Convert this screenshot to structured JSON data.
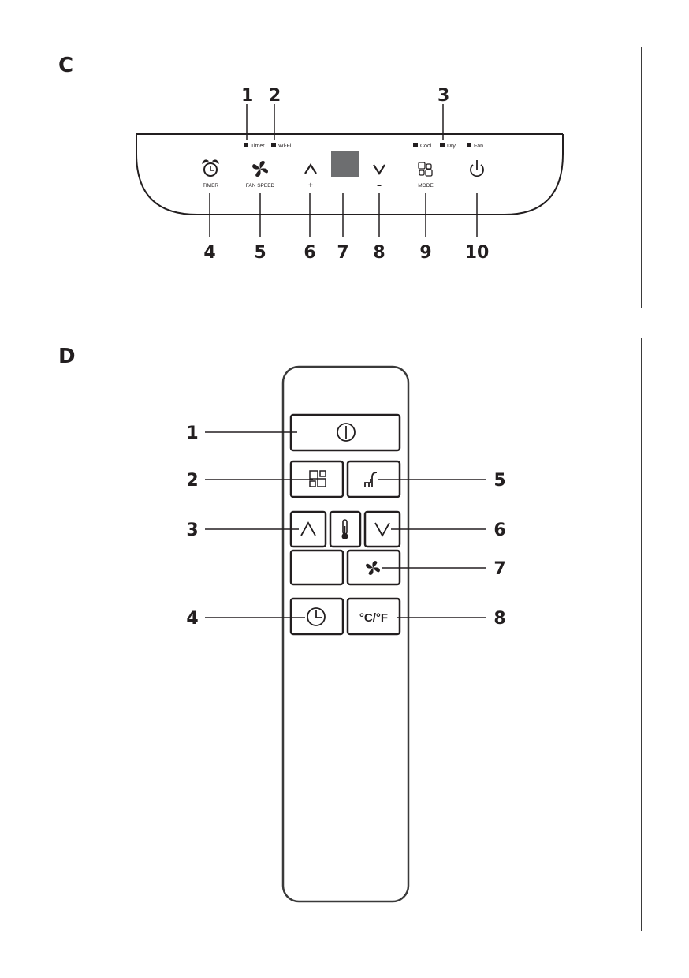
{
  "panels": {
    "c": {
      "label": "C",
      "indicators": [
        {
          "number": "1",
          "text": "Timer"
        },
        {
          "number": "2",
          "text": "Wi-Fi"
        },
        {
          "number": "3",
          "modes": [
            "Cool",
            "Dry",
            "Fan"
          ]
        }
      ],
      "controls": [
        {
          "number": "4",
          "icon": "alarm-clock-icon",
          "text": "TIMER"
        },
        {
          "number": "5",
          "icon": "fan-icon",
          "text": "FAN SPEED"
        },
        {
          "number": "6",
          "icon": "chevron-up-icon",
          "text": "+"
        },
        {
          "number": "7",
          "icon": "display",
          "text": ""
        },
        {
          "number": "8",
          "icon": "chevron-down-icon",
          "text": "–"
        },
        {
          "number": "9",
          "icon": "mode-icon",
          "text": "MODE"
        },
        {
          "number": "10",
          "icon": "power-icon",
          "text": ""
        }
      ],
      "display_color": "#6d6e70"
    },
    "d": {
      "label": "D",
      "buttons": [
        {
          "number": "1",
          "icon": "power-icon"
        },
        {
          "number": "2",
          "icon": "mode-icon"
        },
        {
          "number": "5",
          "icon": "swing-icon"
        },
        {
          "number": "3",
          "icon": "chevron-up-icon"
        },
        {
          "number": "",
          "icon": "thermometer-icon"
        },
        {
          "number": "6",
          "icon": "chevron-down-icon"
        },
        {
          "number": "",
          "icon": "blank"
        },
        {
          "number": "7",
          "icon": "fan-icon"
        },
        {
          "number": "4",
          "icon": "clock-icon"
        },
        {
          "number": "8",
          "icon": "unit-toggle",
          "text": "°C/°F"
        }
      ]
    }
  }
}
